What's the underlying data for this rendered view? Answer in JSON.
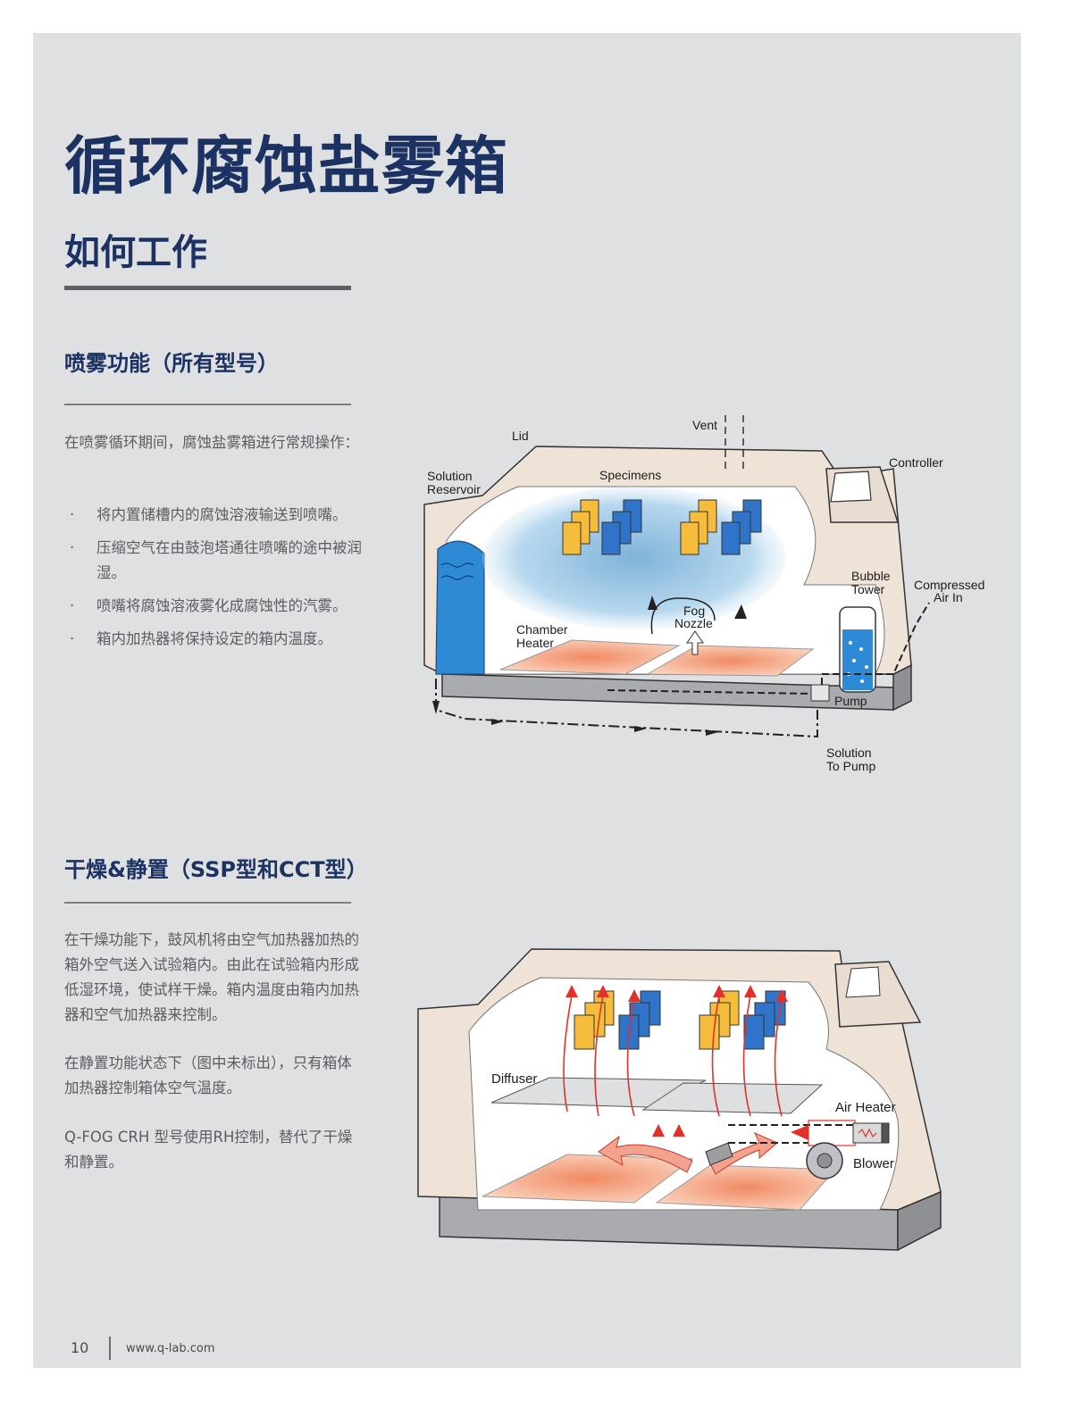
{
  "header": {
    "title": "循环腐蚀盐雾箱",
    "subtitle": "如何工作"
  },
  "section_fog": {
    "heading": "喷雾功能（所有型号）",
    "intro": "在喷雾循环期间，腐蚀盐雾箱进行常规操作：",
    "bullets": [
      "将内置储槽内的腐蚀溶液输送到喷嘴。",
      "压缩空气在由鼓泡塔通往喷嘴的途中被润湿。",
      "喷嘴将腐蚀溶液雾化成腐蚀性的汽雾。",
      "箱内加热器将保持设定的箱内温度。"
    ],
    "bullet_symbol": "·"
  },
  "section_dry": {
    "heading": "干燥&静置（SSP型和CCT型）",
    "para1": "在干燥功能下，鼓风机将由空气加热器加热的箱外空气送入试验箱内。由此在试验箱内形成低湿环境，使试样干燥。箱内温度由箱内加热器和空气加热器来控制。",
    "para2": "在静置功能状态下（图中未标出），只有箱体加热器控制箱体空气温度。",
    "para3": "Q-FOG CRH 型号使用RH控制，替代了干燥和静置。"
  },
  "diagram_fog": {
    "labels": {
      "lid": "Lid",
      "vent": "Vent",
      "controller": "Controller",
      "reservoir_1": "Solution",
      "reservoir_2": "Reservoir",
      "specimens": "Specimens",
      "bubble_1": "Bubble",
      "bubble_2": "Tower",
      "compressed_1": "Compressed",
      "compressed_2": "Air In",
      "nozzle_1": "Fog",
      "nozzle_2": "Nozzle",
      "heater_1": "Chamber",
      "heater_2": "Heater",
      "pump": "Pump",
      "to_pump_1": "Solution",
      "to_pump_2": "To Pump"
    }
  },
  "diagram_dry": {
    "labels": {
      "diffuser": "Diffuser",
      "air_heater": "Air Heater",
      "blower": "Blower"
    }
  },
  "footer": {
    "page_number": "10",
    "url": "www.q-lab.com"
  },
  "colors": {
    "navy": "#1b3263",
    "page_bg": "#dfe0e2",
    "specimen_yellow": "#f6bd3c",
    "specimen_blue": "#2f74c8",
    "heater": "#f4a37f",
    "arrow_red": "#e2312b"
  }
}
